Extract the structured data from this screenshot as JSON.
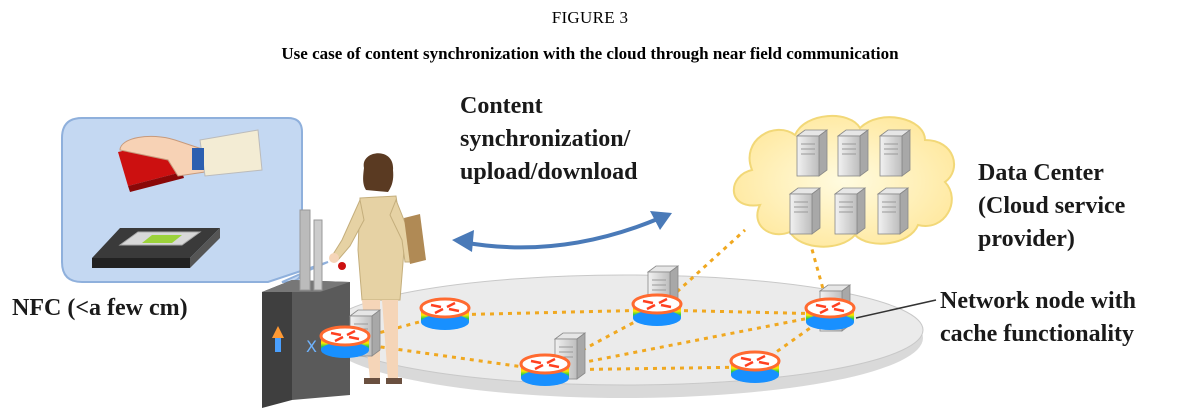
{
  "figure": {
    "label": "FIGURE 3",
    "title": "Use case of content synchronization with the cloud through near field communication"
  },
  "labels": {
    "sync": [
      "Content",
      "synchronization/",
      "upload/download"
    ],
    "data_center": [
      "Data Center",
      "(Cloud service",
      "provider)"
    ],
    "nfc": "NFC (<a few cm)",
    "network_node": [
      "Network node with",
      "cache functionality"
    ]
  },
  "colors": {
    "bubble_fill": "#c4d8f2",
    "bubble_stroke": "#8fb0dc",
    "cloud_fill": "#fff4c2",
    "link_dotted": "#f0a820",
    "arrow": "#4a7ab8",
    "platform": "#e2e2e2"
  }
}
